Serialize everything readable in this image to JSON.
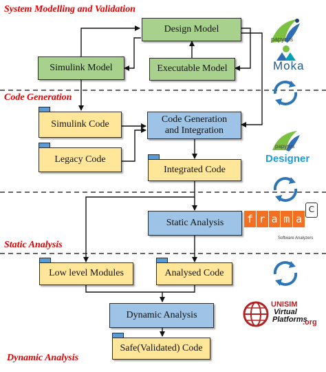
{
  "sections": {
    "modelling": "System Modelling and Validation",
    "codegen": "Code Generation",
    "static": "Static Analysis",
    "dynamic": "Dynamic Analysis"
  },
  "nodes": {
    "design_model": "Design Model",
    "simulink_model": "Simulink Model",
    "executable_model": "Executable Model",
    "simulink_code": "Simulink Code",
    "legacy_code": "Legacy Code",
    "codegen_line1": "Code Generation",
    "codegen_line2": "and Integration",
    "integrated_code": "Integrated Code",
    "static_analysis": "Static Analysis",
    "low_level_modules": "Low level Modules",
    "analysed_code": "Analysed Code",
    "dynamic_analysis": "Dynamic Analysis",
    "safe_code": "Safe(Validated) Code"
  },
  "logos": {
    "papyrus": "papyrus",
    "moka": "Moka",
    "designer": "Designer",
    "frama_letters": [
      "f",
      "r",
      "a",
      "m",
      "a"
    ],
    "frama_c": "C",
    "frama_sub": "Software Analyzers",
    "unisim_line1": "UNISIM",
    "unisim_line2": "Virtual",
    "unisim_line3": "Platforms",
    "unisim_suffix": ".org"
  },
  "colors": {
    "section_title": "#e00000",
    "model_box": "#a9d18e",
    "process_box": "#9dc3e6",
    "artifact_box": "#ffe699",
    "artifact_tab": "#5b9bd5",
    "cycle_icon": "#2e75b6",
    "frama_orange": "#f36f21"
  }
}
